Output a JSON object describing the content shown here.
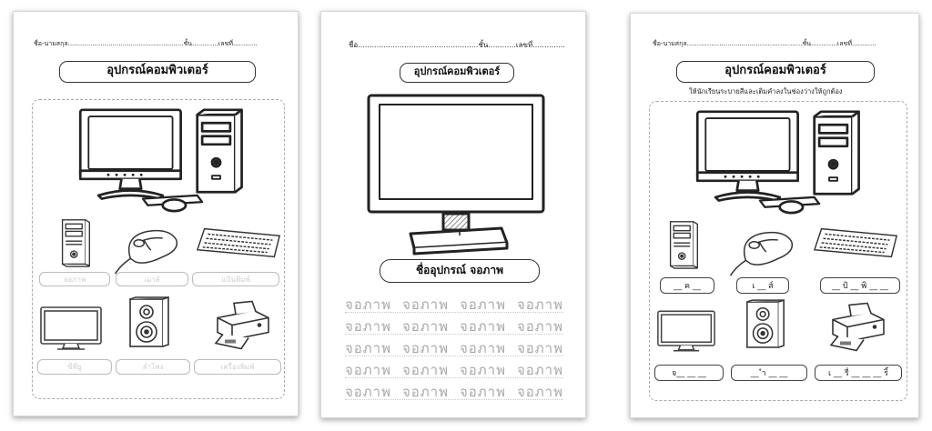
{
  "worksheet1": {
    "header": "ชื่อ-นามสกุล.........................................................ชั้น.............เลขที่............",
    "title": "อุปกรณ์คอมพิวเตอร์",
    "labels": [
      "จอภาพ",
      "เมาส์",
      "แป้นพิมพ์",
      "ซีพียู",
      "ลำโพง",
      "เครื่องพิมพ์"
    ]
  },
  "worksheet2": {
    "header": "ชื่อ....................................................ชั้น............เลขที่..............",
    "title": "อุปกรณ์คอมพิวเตอร์",
    "device_name": "ชื่ออุปกรณ์ จอภาพ",
    "trace_word": "จอภาพ"
  },
  "worksheet3": {
    "header": "ชื่อ-นามสกุล.........................................................ชั้น.............เลขที่............",
    "title": "อุปกรณ์คอมพิวเตอร์",
    "instruction": "ให้นักเรียนระบายสีและเติมคำลงในช่องว่างให้ถูกต้อง",
    "blanks": [
      "__ ค __",
      "เ __ ส์",
      "__ ป้ __ พิ __ __",
      "จ__ __ __",
      "__ ำ __ __",
      "เ __ รื่ __ __ __ ริ้"
    ]
  },
  "icons": {
    "computer": "desktop-computer-icon",
    "tower": "cpu-tower-icon",
    "mouse": "mouse-icon",
    "keyboard": "keyboard-icon",
    "monitor": "monitor-icon",
    "speaker": "speaker-icon",
    "printer": "printer-icon"
  },
  "colors": {
    "line": "#222222",
    "faint": "#bbbbbb",
    "hatch": "#555555"
  }
}
